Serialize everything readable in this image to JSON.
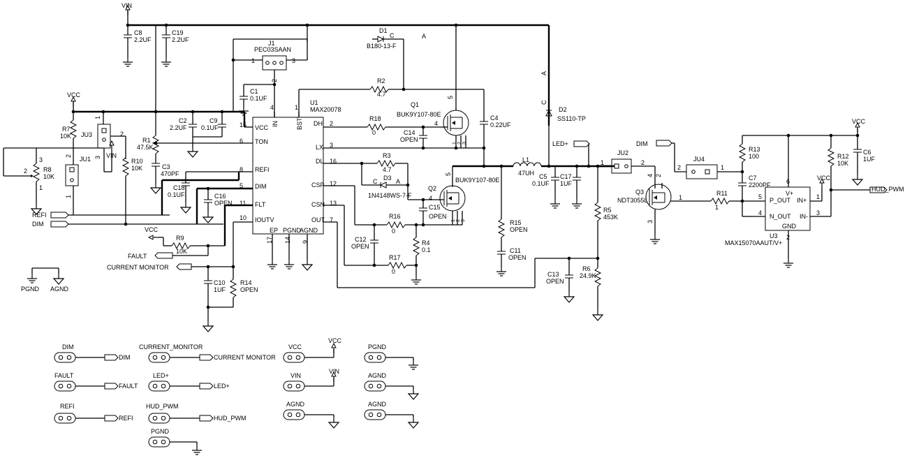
{
  "nets": {
    "vin": "VIN",
    "vcc": "VCC",
    "refi": "REFI",
    "dim": "DIM",
    "fault": "FAULT",
    "current_monitor": "CURRENT MONITOR",
    "led_plus": "LED+",
    "hud_pwm": "HUD_PWM",
    "pgnd": "PGND",
    "agnd": "AGND"
  },
  "u1": {
    "ref": "U1",
    "part": "MAX20078",
    "pins_left": [
      {
        "num": "15",
        "name": "VCC"
      },
      {
        "num": "6",
        "name": "TON"
      },
      {
        "num": "8",
        "name": "REFI"
      },
      {
        "num": "5",
        "name": "DIM"
      },
      {
        "num": "11",
        "name": "FLT"
      },
      {
        "num": "10",
        "name": "IOUTV"
      }
    ],
    "pins_top": [
      {
        "num": "4",
        "name": "IN"
      },
      {
        "num": "1",
        "name": "BST"
      }
    ],
    "pins_right": [
      {
        "num": "2",
        "name": "DH"
      },
      {
        "num": "3",
        "name": "LX"
      },
      {
        "num": "16",
        "name": "DL"
      },
      {
        "num": "12",
        "name": "CSP"
      },
      {
        "num": "13",
        "name": "CSN"
      },
      {
        "num": "7",
        "name": "OUT"
      }
    ],
    "pins_bottom": [
      {
        "num": "17",
        "name": "EP"
      },
      {
        "num": "14",
        "name": "PGND"
      },
      {
        "num": "9",
        "name": "AGND"
      }
    ]
  },
  "u3": {
    "ref": "U3",
    "part": "MAX15070AAUT/V+",
    "pins": [
      {
        "num": "6",
        "name": "V+"
      },
      {
        "num": "5",
        "name": "P_OUT"
      },
      {
        "num": "4",
        "name": "N_OUT"
      },
      {
        "num": "1",
        "name": "IN+"
      },
      {
        "num": "3",
        "name": "IN-"
      },
      {
        "num": "2",
        "name": "GND"
      }
    ]
  },
  "components": {
    "c8": {
      "ref": "C8",
      "value": "2.2UF"
    },
    "c19": {
      "ref": "C19",
      "value": "2.2UF"
    },
    "j1": {
      "ref": "J1",
      "value": "PEC03SAAN"
    },
    "d1": {
      "ref": "D1",
      "value": "B180-13-F"
    },
    "c1": {
      "ref": "C1",
      "value": "0.1UF"
    },
    "r2": {
      "ref": "R2",
      "value": "4.7"
    },
    "q1": {
      "ref": "Q1",
      "value": "BUK9Y107-80E"
    },
    "c4": {
      "ref": "C4",
      "value": "0.22UF"
    },
    "d2": {
      "ref": "D2",
      "value": "SS110-TP"
    },
    "c2": {
      "ref": "C2",
      "value": "2.2UF"
    },
    "c9": {
      "ref": "C9",
      "value": "0.1UF"
    },
    "r18": {
      "ref": "R18",
      "value": "0"
    },
    "c14": {
      "ref": "C14",
      "value": "OPEN"
    },
    "r7": {
      "ref": "R7",
      "value": "10K"
    },
    "ju3": {
      "ref": "JU3",
      "value": ""
    },
    "r1": {
      "ref": "R1",
      "value": "47.5K"
    },
    "r8": {
      "ref": "R8",
      "value": "10K"
    },
    "ju1": {
      "ref": "JU1",
      "value": ""
    },
    "r10": {
      "ref": "R10",
      "value": "10K"
    },
    "c3": {
      "ref": "C3",
      "value": "470PF"
    },
    "r3": {
      "ref": "R3",
      "value": "4.7"
    },
    "d3": {
      "ref": "D3",
      "value": "1N4148WS-7-F"
    },
    "q2": {
      "ref": "Q2",
      "value": "BUK9Y107-80E"
    },
    "l1": {
      "ref": "L1",
      "value": "47UH"
    },
    "c5": {
      "ref": "C5",
      "value": "0.1UF"
    },
    "c17": {
      "ref": "C17",
      "value": "1UF"
    },
    "c18": {
      "ref": "C18",
      "value": "0.1UF"
    },
    "c16": {
      "ref": "C16",
      "value": "OPEN"
    },
    "c15": {
      "ref": "C15",
      "value": "OPEN"
    },
    "r16": {
      "ref": "R16",
      "value": "0"
    },
    "r9": {
      "ref": "R9",
      "value": "10K"
    },
    "c12": {
      "ref": "C12",
      "value": "OPEN"
    },
    "r4": {
      "ref": "R4",
      "value": "0.1"
    },
    "r15": {
      "ref": "R15",
      "value": "OPEN"
    },
    "c11": {
      "ref": "C11",
      "value": "OPEN"
    },
    "r17": {
      "ref": "R17",
      "value": "0"
    },
    "c10": {
      "ref": "C10",
      "value": "1UF"
    },
    "r14": {
      "ref": "R14",
      "value": "OPEN"
    },
    "c13": {
      "ref": "C13",
      "value": "OPEN"
    },
    "r5": {
      "ref": "R5",
      "value": "453K"
    },
    "r6": {
      "ref": "R6",
      "value": "24.9K"
    },
    "ju2": {
      "ref": "JU2",
      "value": ""
    },
    "ju4": {
      "ref": "JU4",
      "value": ""
    },
    "q3": {
      "ref": "Q3",
      "value": "NDT3055L"
    },
    "r11": {
      "ref": "R11",
      "value": "1"
    },
    "c7": {
      "ref": "C7",
      "value": "2200PF"
    },
    "r13": {
      "ref": "R13",
      "value": "100"
    },
    "r12": {
      "ref": "R12",
      "value": "10K"
    },
    "c6": {
      "ref": "C6",
      "value": "1UF"
    }
  },
  "diode_marks": {
    "anode": "A",
    "cathode": "C"
  },
  "test_points": [
    {
      "label": "DIM",
      "net": "DIM"
    },
    {
      "label": "FAULT",
      "net": "FAULT"
    },
    {
      "label": "REFI",
      "net": "REFI"
    },
    {
      "label": "CURRENT_MONITOR",
      "net": "CURRENT MONITOR"
    },
    {
      "label": "LED+",
      "net": "LED+"
    },
    {
      "label": "HUD_PWM",
      "net": "HUD_PWM"
    },
    {
      "label": "PGND",
      "net": ""
    },
    {
      "label": "VCC",
      "net": "VCC"
    },
    {
      "label": "VIN",
      "net": "VIN"
    },
    {
      "label": "AGND",
      "net": ""
    },
    {
      "label": "PGND",
      "net": ""
    },
    {
      "label": "AGND",
      "net": ""
    },
    {
      "label": "AGND",
      "net": ""
    }
  ]
}
